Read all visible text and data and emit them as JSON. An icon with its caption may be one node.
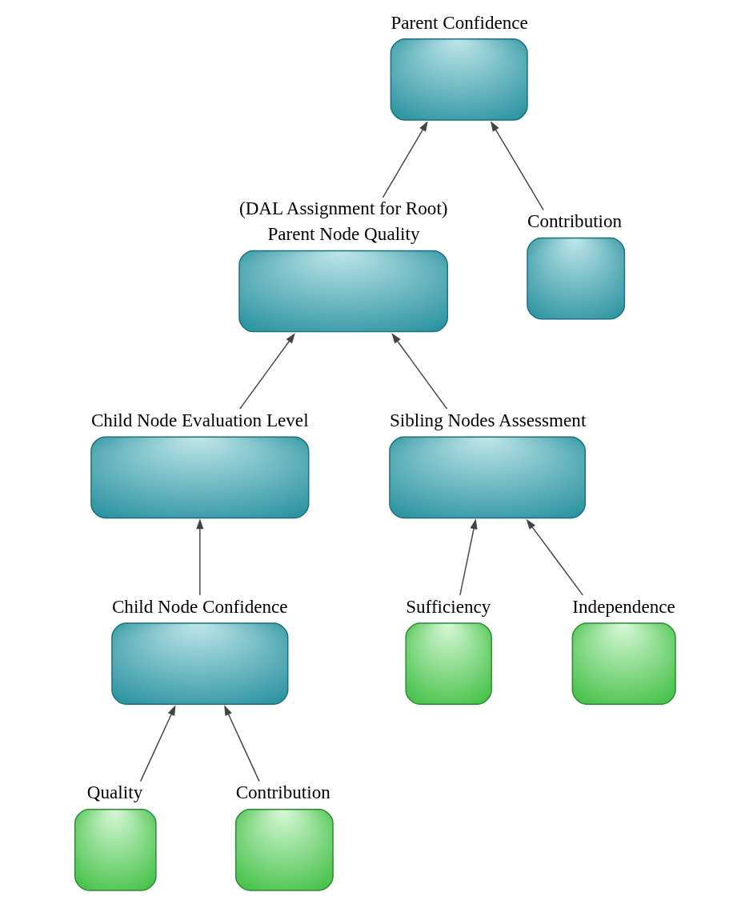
{
  "diagram": {
    "nodes": [
      {
        "text": [
          "Parent Confidence"
        ]
      },
      {
        "text": [
          "(DAL Assignment for Root)",
          "Parent Node Quality"
        ]
      },
      {
        "text": [
          "Contribution"
        ]
      },
      {
        "text": [
          "Child Node Evaluation Level"
        ]
      },
      {
        "text": [
          "Child Node Confidence"
        ]
      },
      {
        "text": [
          "Sibling Nodes Assessment"
        ]
      },
      {
        "text": [
          "Quality"
        ]
      },
      {
        "text": [
          "Contribution"
        ]
      },
      {
        "text": [
          "Sufficiency"
        ]
      },
      {
        "text": [
          "Independence"
        ]
      }
    ],
    "edges": [
      {
        "from": 1,
        "to": 0,
        "arrow": "to"
      },
      {
        "from": 2,
        "to": 0,
        "arrow": "to"
      },
      {
        "from": 3,
        "to": 1,
        "arrow": "to"
      },
      {
        "from": 5,
        "to": 1,
        "arrow": "to"
      },
      {
        "from": 4,
        "to": 3,
        "arrow": "to"
      },
      {
        "from": 6,
        "to": 4,
        "arrow": "to"
      },
      {
        "from": 7,
        "to": 4,
        "arrow": "to"
      },
      {
        "from": 8,
        "to": 5,
        "arrow": "to"
      },
      {
        "from": 9,
        "to": 5,
        "arrow": "to"
      }
    ]
  }
}
